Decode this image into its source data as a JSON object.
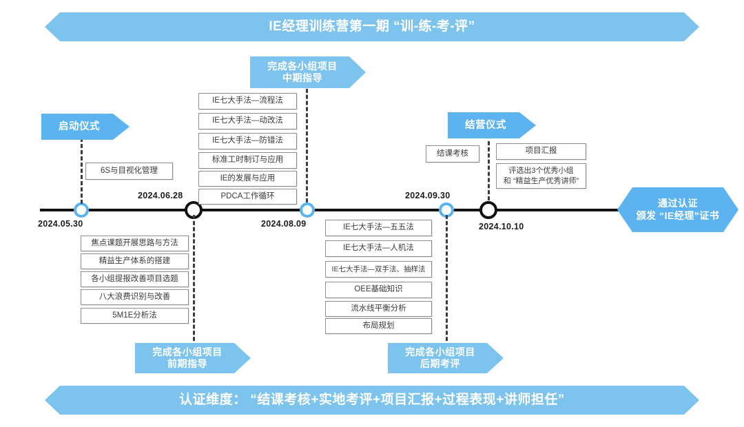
{
  "header": {
    "title": "IE经理训练营第一期 “训-练-考-评”",
    "color": "#7cc3ee"
  },
  "footer": {
    "title": "认证维度： “结课考核+实地考评+项目汇报+过程表现+讲师担任”",
    "color": "#7cc3ee"
  },
  "timeline": {
    "dates": [
      {
        "label": "2024.05.30",
        "node": "blue"
      },
      {
        "label": "2024.06.28",
        "node": "dark"
      },
      {
        "label": "2024.08.09",
        "node": "blue"
      },
      {
        "label": "2024.09.30",
        "node": "blue"
      },
      {
        "label": "2024.10.10",
        "node": "dark"
      }
    ],
    "axis_color": "#111111"
  },
  "milestones": {
    "kickoff": {
      "label": "启动仪式",
      "color": "#5cb3ef"
    },
    "midterm": {
      "label": "完成各小组项目\n中期指导",
      "color": "#7cc3ee"
    },
    "closing": {
      "label": "结营仪式",
      "color": "#5cb3ef"
    },
    "early": {
      "label": "完成各小组项目\n前期指导",
      "color": "#7cc3ee"
    },
    "late": {
      "label": "完成各小组项目\n后期考评",
      "color": "#7cc3ee"
    },
    "certified": {
      "label": "通过认证\n颁发 “IE经理”证书",
      "color": "#5cb3ef"
    }
  },
  "groups": {
    "kickoff_courses": [
      "6S与目视化管理"
    ],
    "phase1_courses": [
      "焦点课题开展思路与方法",
      "精益生产体系的搭建",
      "各小组提报改善项目选题",
      "八大浪费识别与改善",
      "5M1E分析法"
    ],
    "phase2_courses": [
      "IE七大手法—流程法",
      "IE七大手法—动改法",
      "IE七大手法—防错法",
      "标准工时制订与应用",
      "IE的发展与应用",
      "PDCA工作循环"
    ],
    "phase3_courses": [
      "IE七大手法—五五法",
      "IE七大手法—人机法",
      "IE七大手法—双手法、抽样法",
      "OEE基础知识",
      "流水线平衡分析",
      "布局规划"
    ],
    "exam": [
      "结课考核"
    ],
    "report": [
      "项目汇报",
      "评选出3个优秀小组\n和 “精益生产优秀讲师”"
    ]
  }
}
